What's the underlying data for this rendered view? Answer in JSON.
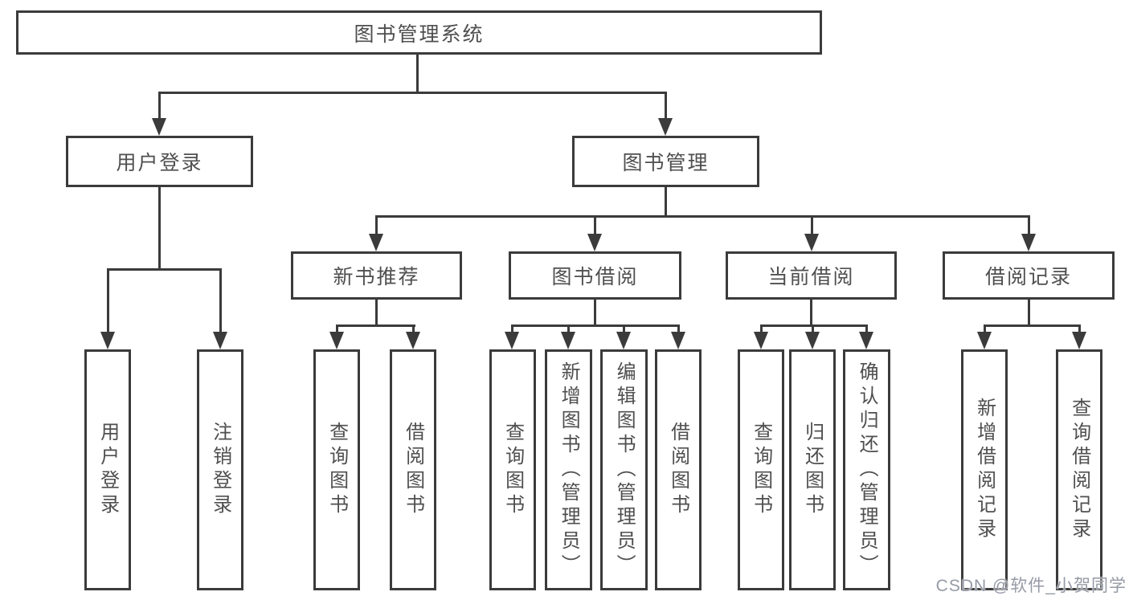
{
  "colors": {
    "line": "#3b3b3b",
    "text": "#4f4f4f",
    "watermark": "#959aa6",
    "background": "#ffffff"
  },
  "watermark": "CSDN @软件_小贺同学",
  "diagram": {
    "root": "图书管理系统",
    "branches": {
      "user_login": "用户登录",
      "book_management": "图书管理"
    },
    "modules": {
      "new_book_recommend": "新书推荐",
      "book_borrowing": "图书借阅",
      "current_borrowing": "当前借阅",
      "borrowing_records": "借阅记录"
    },
    "leaves": {
      "user_login": [
        "用户登录",
        "注销登录"
      ],
      "new_book_recommend": [
        "查询图书",
        "借阅图书"
      ],
      "book_borrowing": [
        "查询图书",
        "新增图书（管理员）",
        "编辑图书（管理员）",
        "借阅图书"
      ],
      "current_borrowing": [
        "查询图书",
        "归还图书",
        "确认归还（管理员）"
      ],
      "borrowing_records": [
        "新增借阅记录",
        "查询借阅记录"
      ]
    }
  }
}
